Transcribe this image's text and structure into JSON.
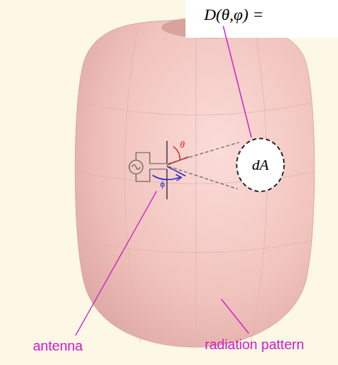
{
  "diagram": {
    "nodes": [
      {
        "text": [
          "dA"
        ]
      }
    ],
    "labels": [
      "D(θ,φ) =",
      "θ",
      "ϕ",
      "antenna",
      "radiation pattern"
    ]
  }
}
